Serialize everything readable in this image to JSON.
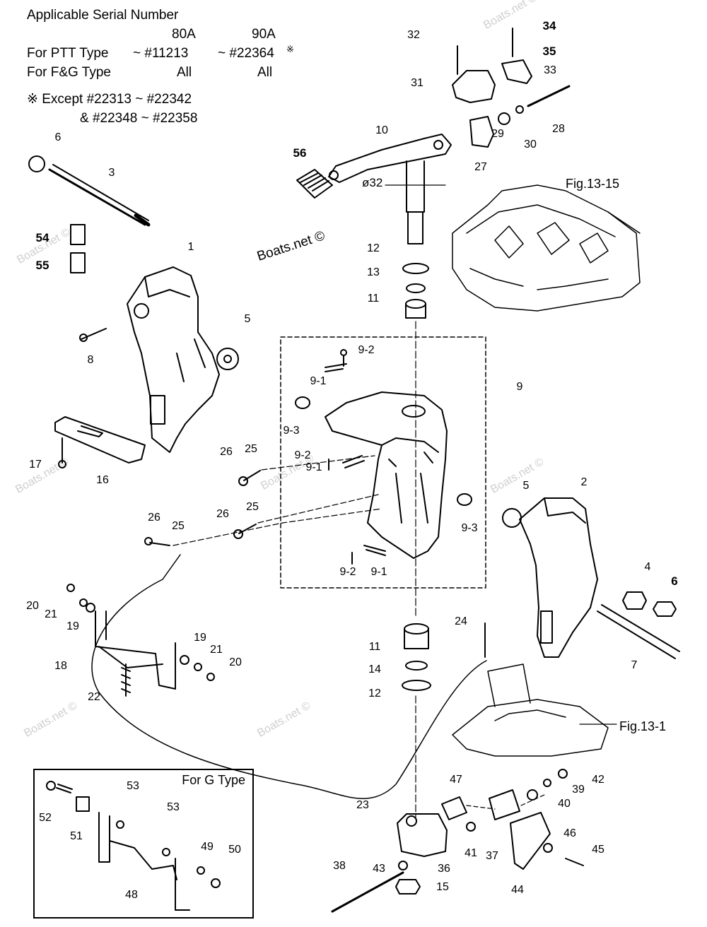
{
  "header": {
    "title": "Applicable Serial Number",
    "col_80a": "80A",
    "col_90a": "90A",
    "ptt_label": "For PTT Type",
    "ptt_80a": "~ #11213",
    "ptt_90a": "~ #22364",
    "ptt_mark": "※",
    "fg_label": "For F&G Type",
    "fg_80a": "All",
    "fg_90a": "All"
  },
  "note": {
    "line1": "※ Except  #22313 ~ #22342",
    "line2": "&  #22348 ~ #22358"
  },
  "figure_refs": {
    "fig_13_15": "Fig.13-15",
    "fig_13_1": "Fig.13-1",
    "diameter": "ø32"
  },
  "brand": "Boats.net ©",
  "watermark": "Boats.net ©",
  "g_box_title": "For G Type",
  "part_labels": [
    {
      "id": "p32a",
      "text": "32",
      "bold": false
    },
    {
      "id": "p34",
      "text": "34",
      "bold": true
    },
    {
      "id": "p35",
      "text": "35",
      "bold": true
    },
    {
      "id": "p33",
      "text": "33",
      "bold": false
    },
    {
      "id": "p31",
      "text": "31",
      "bold": false
    },
    {
      "id": "p28",
      "text": "28",
      "bold": false
    },
    {
      "id": "p29",
      "text": "29",
      "bold": false
    },
    {
      "id": "p30",
      "text": "30",
      "bold": false
    },
    {
      "id": "p27",
      "text": "27",
      "bold": false
    },
    {
      "id": "p10",
      "text": "10",
      "bold": false
    },
    {
      "id": "p56",
      "text": "56",
      "bold": true
    },
    {
      "id": "p6a",
      "text": "6",
      "bold": false
    },
    {
      "id": "p3",
      "text": "3",
      "bold": false
    },
    {
      "id": "p54",
      "text": "54",
      "bold": true
    },
    {
      "id": "p55",
      "text": "55",
      "bold": true
    },
    {
      "id": "p1",
      "text": "1",
      "bold": false
    },
    {
      "id": "p12a",
      "text": "12",
      "bold": false
    },
    {
      "id": "p13",
      "text": "13",
      "bold": false
    },
    {
      "id": "p11a",
      "text": "11",
      "bold": false
    },
    {
      "id": "p5a",
      "text": "5",
      "bold": false
    },
    {
      "id": "p8",
      "text": "8",
      "bold": false
    },
    {
      "id": "p9_2a",
      "text": "9-2",
      "bold": false
    },
    {
      "id": "p9_1a",
      "text": "9-1",
      "bold": false
    },
    {
      "id": "p9",
      "text": "9",
      "bold": false
    },
    {
      "id": "p9_3a",
      "text": "9-3",
      "bold": false
    },
    {
      "id": "p17",
      "text": "17",
      "bold": false
    },
    {
      "id": "p16",
      "text": "16",
      "bold": false
    },
    {
      "id": "p26a",
      "text": "26",
      "bold": false
    },
    {
      "id": "p25a",
      "text": "25",
      "bold": false
    },
    {
      "id": "p9_2b",
      "text": "9-2",
      "bold": false
    },
    {
      "id": "p9_1b",
      "text": "9-1",
      "bold": false
    },
    {
      "id": "p5b",
      "text": "5",
      "bold": false
    },
    {
      "id": "p2",
      "text": "2",
      "bold": false
    },
    {
      "id": "p26b",
      "text": "26",
      "bold": false
    },
    {
      "id": "p25b",
      "text": "25",
      "bold": false
    },
    {
      "id": "p26c",
      "text": "26",
      "bold": false
    },
    {
      "id": "p25c",
      "text": "25",
      "bold": false
    },
    {
      "id": "p9_3b",
      "text": "9-3",
      "bold": false
    },
    {
      "id": "p9_2c",
      "text": "9-2",
      "bold": false
    },
    {
      "id": "p9_1c",
      "text": "9-1",
      "bold": false
    },
    {
      "id": "p4",
      "text": "4",
      "bold": false
    },
    {
      "id": "p6b",
      "text": "6",
      "bold": true
    },
    {
      "id": "p20a",
      "text": "20",
      "bold": false
    },
    {
      "id": "p21a",
      "text": "21",
      "bold": false
    },
    {
      "id": "p19a",
      "text": "19",
      "bold": false
    },
    {
      "id": "p24",
      "text": "24",
      "bold": false
    },
    {
      "id": "p18",
      "text": "18",
      "bold": false
    },
    {
      "id": "p19b",
      "text": "19",
      "bold": false
    },
    {
      "id": "p21b",
      "text": "21",
      "bold": false
    },
    {
      "id": "p20b",
      "text": "20",
      "bold": false
    },
    {
      "id": "p11b",
      "text": "11",
      "bold": false
    },
    {
      "id": "p14",
      "text": "14",
      "bold": false
    },
    {
      "id": "p12b",
      "text": "12",
      "bold": false
    },
    {
      "id": "p7",
      "text": "7",
      "bold": false
    },
    {
      "id": "p22",
      "text": "22",
      "bold": false
    },
    {
      "id": "p23",
      "text": "23",
      "bold": false
    },
    {
      "id": "p47",
      "text": "47",
      "bold": false
    },
    {
      "id": "p39",
      "text": "39",
      "bold": false
    },
    {
      "id": "p42",
      "text": "42",
      "bold": false
    },
    {
      "id": "p40",
      "text": "40",
      "bold": false
    },
    {
      "id": "p53a",
      "text": "53",
      "bold": false
    },
    {
      "id": "p52",
      "text": "52",
      "bold": false
    },
    {
      "id": "p53b",
      "text": "53",
      "bold": false
    },
    {
      "id": "p51",
      "text": "51",
      "bold": false
    },
    {
      "id": "p49",
      "text": "49",
      "bold": false
    },
    {
      "id": "p50",
      "text": "50",
      "bold": false
    },
    {
      "id": "p48",
      "text": "48",
      "bold": false
    },
    {
      "id": "p41",
      "text": "41",
      "bold": false
    },
    {
      "id": "p37",
      "text": "37",
      "bold": false
    },
    {
      "id": "p46",
      "text": "46",
      "bold": false
    },
    {
      "id": "p45",
      "text": "45",
      "bold": false
    },
    {
      "id": "p43",
      "text": "43",
      "bold": false
    },
    {
      "id": "p36",
      "text": "36",
      "bold": false
    },
    {
      "id": "p44",
      "text": "44",
      "bold": false
    },
    {
      "id": "p38",
      "text": "38",
      "bold": false
    },
    {
      "id": "p15",
      "text": "15",
      "bold": false
    }
  ]
}
